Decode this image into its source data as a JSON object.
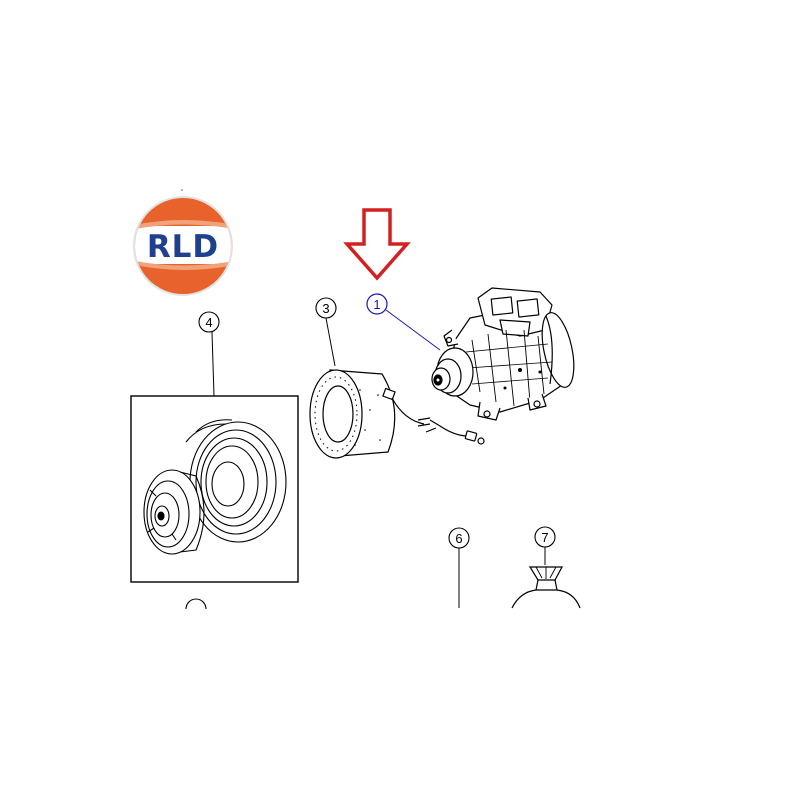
{
  "logo": {
    "text": "RLD",
    "colors": {
      "top": "#e8632b",
      "band": "#ffffff",
      "bottom": "#e8632b",
      "text": "#1f3f8f",
      "ring": "#d9d9d9"
    }
  },
  "callouts": [
    {
      "id": "callout-1",
      "label": "1",
      "part": "compressor",
      "highlighted": true
    },
    {
      "id": "callout-3",
      "label": "3",
      "part": "clutch-coil"
    },
    {
      "id": "callout-4",
      "label": "4",
      "part": "clutch-pulley-assembly"
    },
    {
      "id": "callout-6",
      "label": "6",
      "part": "part-6"
    },
    {
      "id": "callout-7",
      "label": "7",
      "part": "part-7"
    }
  ],
  "indicator": {
    "icon": "down-arrow-icon",
    "color": "#d42020"
  },
  "colors": {
    "line": "#000000",
    "highlight": "#1a1aa8"
  }
}
